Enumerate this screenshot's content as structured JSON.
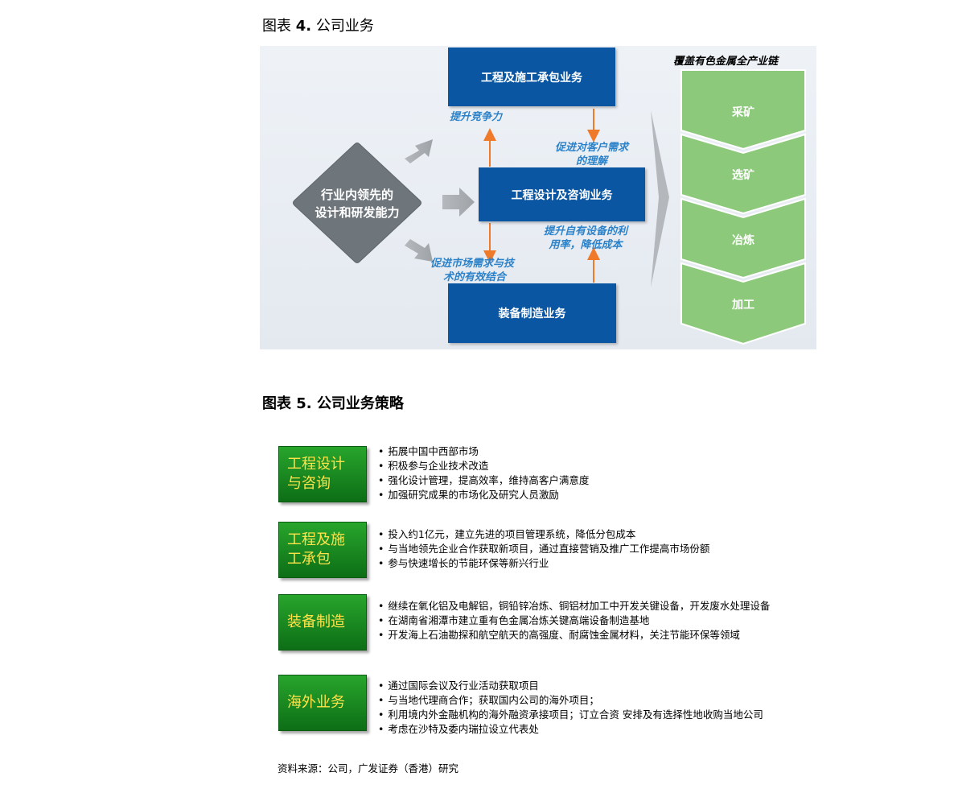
{
  "figure4": {
    "title_prefix": "图表",
    "title_number": "4.",
    "title_text": "公司业务",
    "box_construction": "工程及施工承包业务",
    "box_design": "工程设计及咨询业务",
    "box_equipment": "装备制造业务",
    "diamond_line1": "行业内领先的",
    "diamond_line2": "设计和研发能力",
    "label_competitiveness": "提升竞争力",
    "label_customer_line1": "促进对客户需求",
    "label_customer_line2": "的理解",
    "label_utilization_line1": "提升自有设备的利",
    "label_utilization_line2": "用率，降低成本",
    "label_market_line1": "促进市场需求与技",
    "label_market_line2": "术的有效结合",
    "chain_title": "覆盖有色金属全产业链",
    "chain_items": [
      "采矿",
      "选矿",
      "冶炼",
      "加工"
    ],
    "colors": {
      "blue_box": "#0a56a3",
      "diamond": "#6e767c",
      "chain_green": "#8cc97b",
      "arrow_orange": "#ef7b2a"
    }
  },
  "figure5": {
    "title_prefix": "图表",
    "title_number": "5.",
    "title_text": "公司业务策略",
    "blocks": [
      {
        "label_line1": "工程设计",
        "label_line2": "与咨询",
        "items": [
          "拓展中国中西部市场",
          "积极参与企业技术改造",
          "强化设计管理，提高效率，维持高客户满意度",
          "加强研究成果的市场化及研究人员激励"
        ]
      },
      {
        "label_line1": "工程及施",
        "label_line2": "工承包",
        "items": [
          "投入约1亿元，建立先进的项目管理系统，降低分包成本",
          "与当地领先企业合作获取新项目，通过直接营销及推广工作提高市场份额",
          "参与快速增长的节能环保等新兴行业"
        ]
      },
      {
        "label_line1": "装备制造",
        "label_line2": "",
        "items": [
          "继续在氧化铝及电解铝，铜铅锌冶炼、铜铝材加工中开发关键设备，开发废水处理设备",
          "在湖南省湘潭市建立重有色金属冶炼关键高端设备制造基地",
          "开发海上石油勘探和航空航天的高强度、耐腐蚀金属材料，关注节能环保等领域"
        ]
      },
      {
        "label_line1": "海外业务",
        "label_line2": "",
        "items": [
          "通过国际会议及行业活动获取项目",
          "与当地代理商合作；获取国内公司的海外项目；",
          "利用境内外金融机构的海外融资承接项目；订立合资 安排及有选择性地收购当地公司",
          "考虑在沙特及委内瑞拉设立代表处"
        ]
      }
    ],
    "colors": {
      "box_green": "#1a8a22",
      "box_text": "#ffe24a"
    }
  },
  "source": "资料来源：公司，广发证券（香港）研究"
}
